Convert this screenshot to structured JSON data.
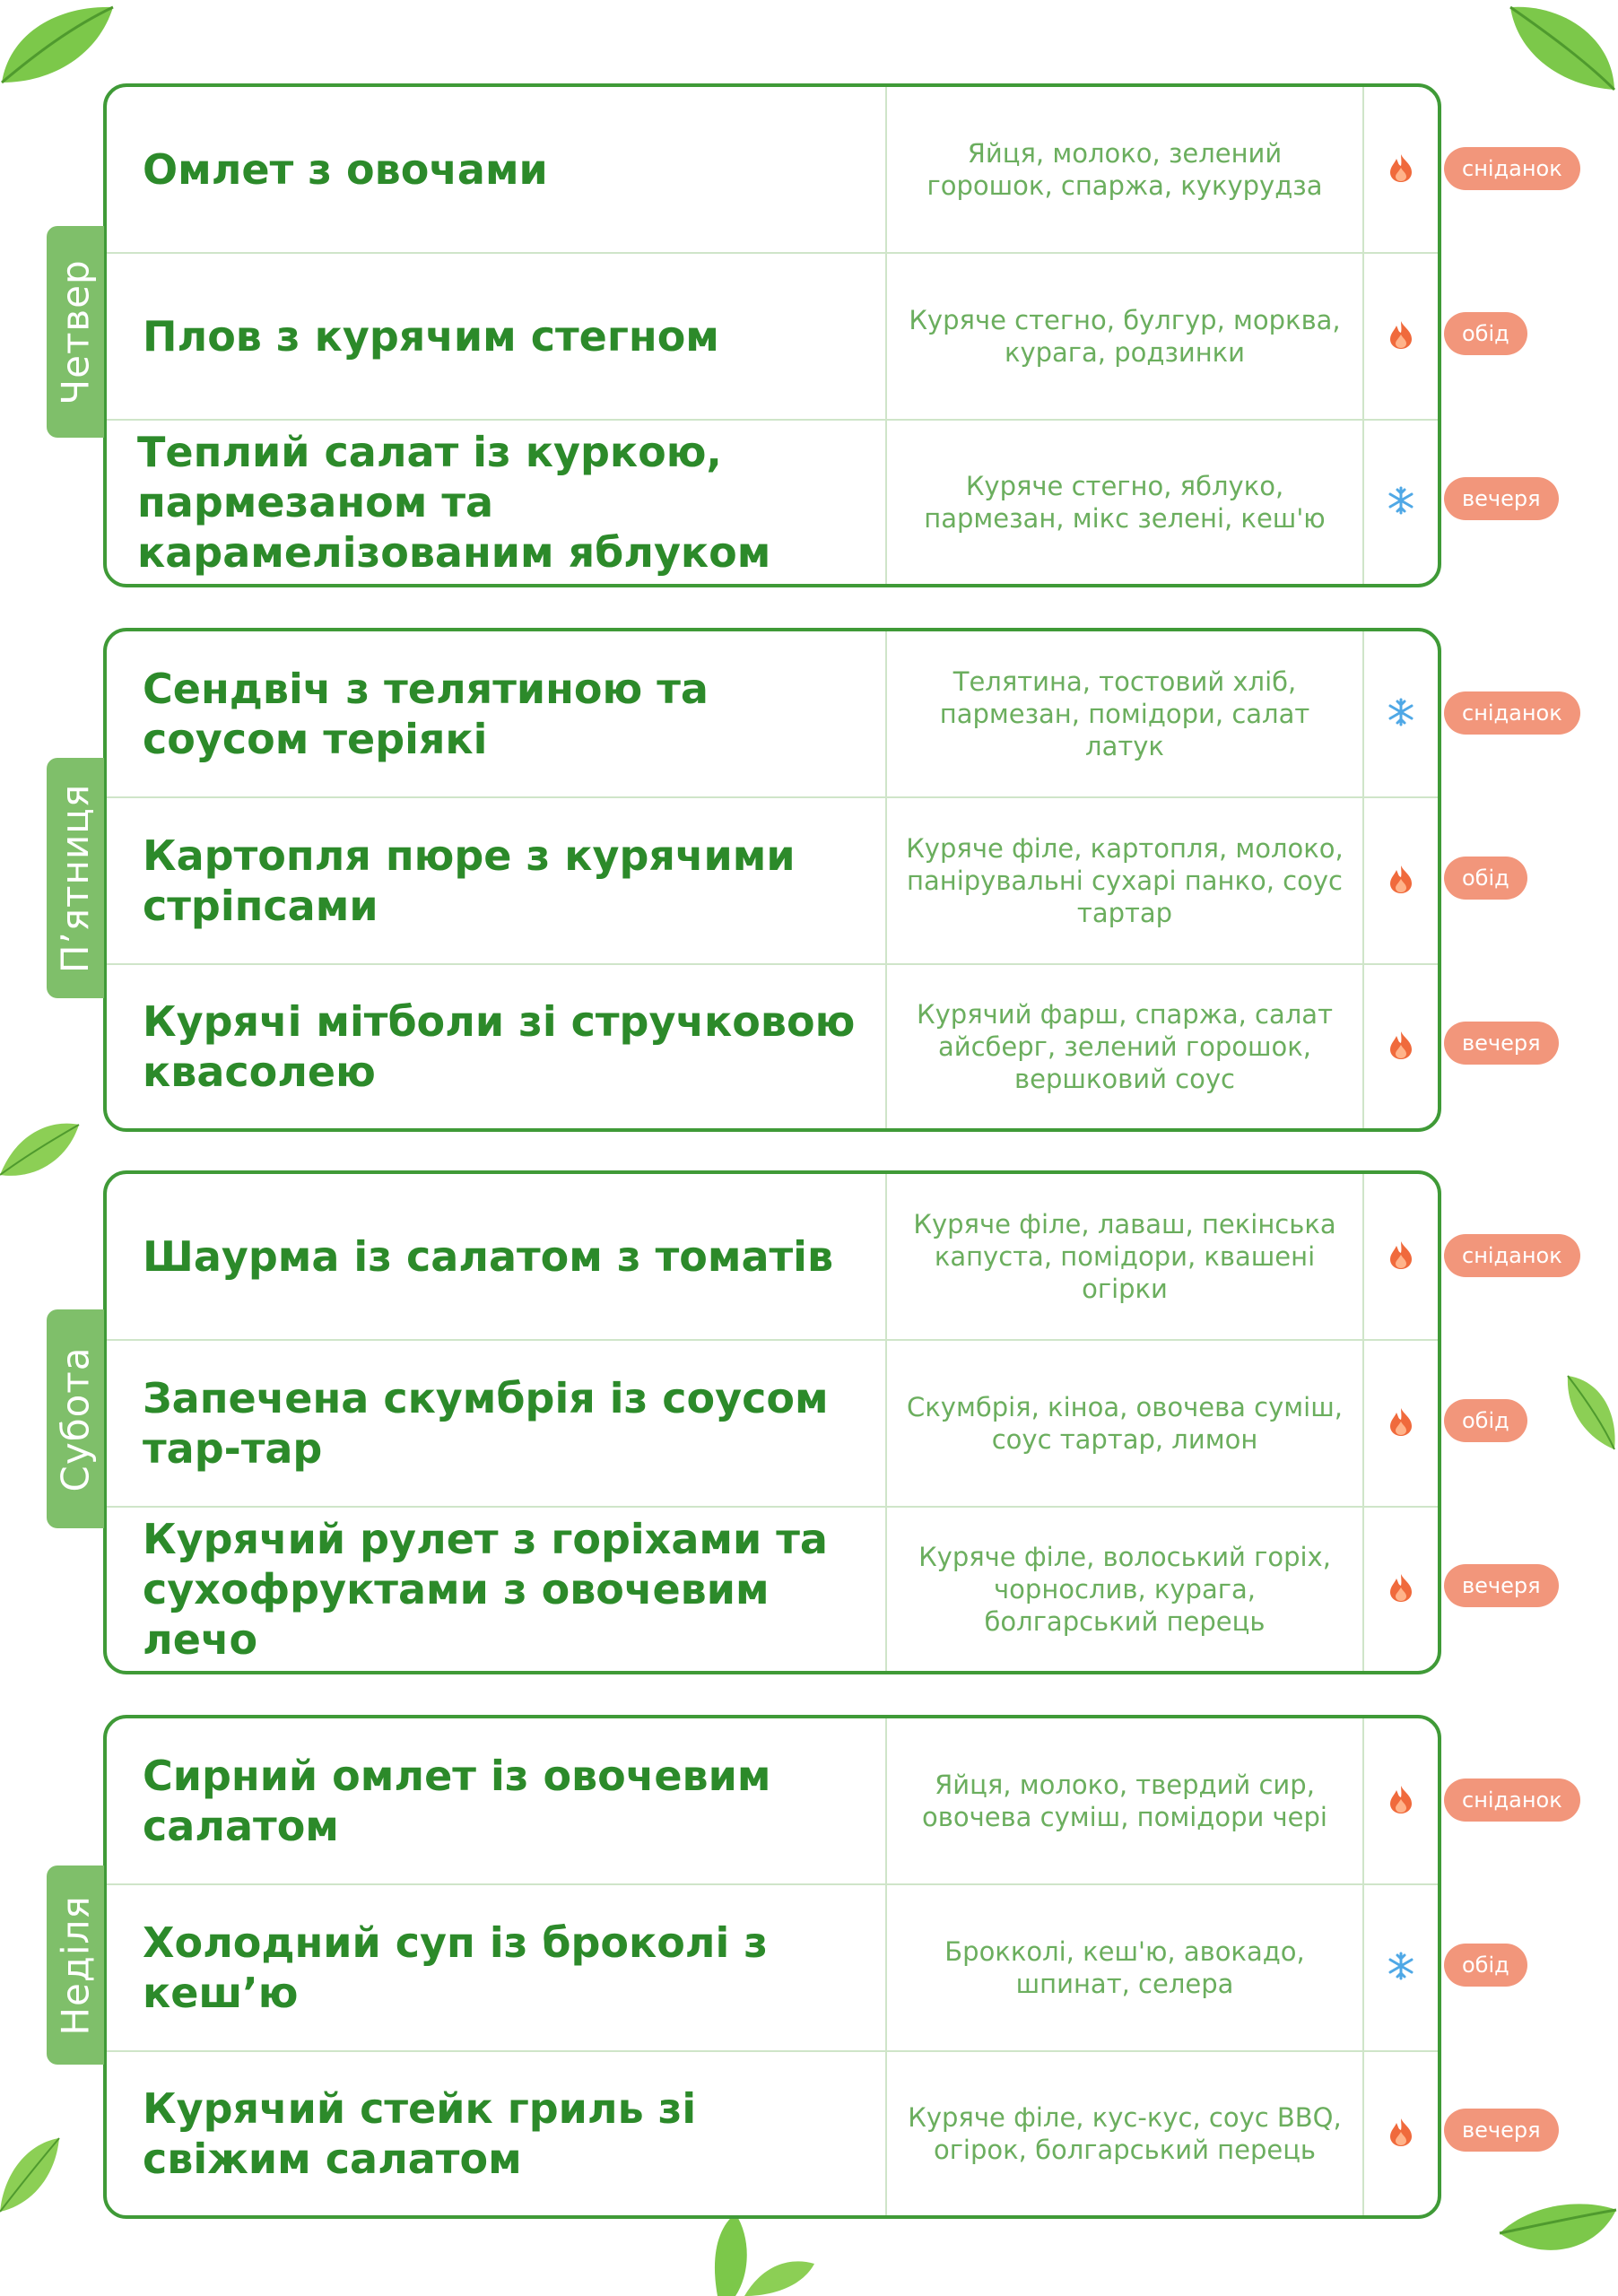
{
  "days": [
    {
      "name": "Четвер",
      "meals": [
        {
          "dish": "Омлет з овочами",
          "ingredients": "Яйця, молоко, зелений горошок, спаржа, кукурудза",
          "icon": "fire-icon",
          "meal": "сніданок"
        },
        {
          "dish": "Плов з курячим стегном",
          "ingredients": "Куряче стегно, булгур, морква, курага, родзинки",
          "icon": "fire-icon",
          "meal": "обід"
        },
        {
          "dish": "Теплий салат із куркою, пармезаном та карамелізованим яблуком",
          "ingredients": "Куряче стегно, яблуко, пармезан, мікс зелені, кеш'ю",
          "icon": "snowflake-icon",
          "meal": "вечеря"
        }
      ]
    },
    {
      "name": "П’ятниця",
      "meals": [
        {
          "dish": "Сендвіч з телятиною та соусом теріякі",
          "ingredients": "Телятина, тостовий хліб, пармезан, помідори, салат латук",
          "icon": "snowflake-icon",
          "meal": "сніданок"
        },
        {
          "dish": "Картопля пюре з курячими стріпсами",
          "ingredients": "Куряче філе, картопля, молоко, панірувальні сухарі панко, соус тартар",
          "icon": "fire-icon",
          "meal": "обід"
        },
        {
          "dish": "Курячі мітболи зі стручковою квасолею",
          "ingredients": "Курячий фарш, спаржа, салат айсберг, зелений горошок, вершковий соус",
          "icon": "fire-icon",
          "meal": "вечеря"
        }
      ]
    },
    {
      "name": "Субота",
      "meals": [
        {
          "dish": "Шаурма із салатом з томатів",
          "ingredients": "Куряче філе, лаваш, пекінська капуста, помідори, квашені огірки",
          "icon": "fire-icon",
          "meal": "сніданок"
        },
        {
          "dish": "Запечена скумбрія із соусом тар-тар",
          "ingredients": "Скумбрія, кіноа, овочева суміш, соус тартар, лимон",
          "icon": "fire-icon",
          "meal": "обід"
        },
        {
          "dish": "Курячий рулет з горіхами та сухофруктами з овочевим лечо",
          "ingredients": "Куряче філе, волоський горіх, чорнослив, курага, болгарський перець",
          "icon": "fire-icon",
          "meal": "вечеря"
        }
      ]
    },
    {
      "name": "Неділя",
      "meals": [
        {
          "dish": "Сирний омлет із овочевим салатом",
          "ingredients": "Яйця, молоко, твердий сир, овочева суміш, помідори чері",
          "icon": "fire-icon",
          "meal": "сніданок"
        },
        {
          "dish": "Холодний суп із броколі з кеш’ю",
          "ingredients": "Брокколі, кеш'ю, авокадо, шпинат, селера",
          "icon": "snowflake-icon",
          "meal": "обід"
        },
        {
          "dish": "Курячий стейк гриль зі свіжим салатом",
          "ingredients": "Куряче філе, кус-кус, соус BBQ, огірок, болгарський перець",
          "icon": "fire-icon",
          "meal": "вечеря"
        }
      ]
    }
  ],
  "colors": {
    "border": "#3f9a37",
    "dish_text": "#2c8a2a",
    "ingredients_text": "#6bae5e",
    "day_tab": "#7fbf6a",
    "meal_pill": "#f2967b",
    "fire": "#f06a3c",
    "snowflake": "#4fa8e6"
  }
}
